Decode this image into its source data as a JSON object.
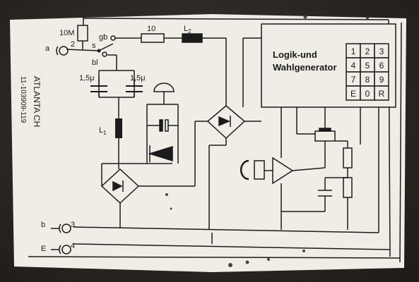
{
  "labels": {
    "resistor_10m": "10M",
    "terminal_a": "a",
    "terminal_a_num": "2",
    "node_s": "s",
    "node_gb": "gb",
    "node_bl": "bl",
    "resistor_10": "10",
    "inductor_l2_prefix": "L",
    "inductor_l2_sub": "2",
    "cap_left": "1,5μ",
    "cap_right": "1,5μ",
    "inductor_l1_prefix": "L",
    "inductor_l1_sub": "1",
    "terminal_b": "b",
    "terminal_b_num": "3",
    "terminal_e": "E",
    "terminal_e_num": "4",
    "model_name": "ATLANTA CH",
    "part_number": "11-103909-119",
    "logic_line1": "Logik-und",
    "logic_line2": "Wahlgenerator"
  },
  "keypad": [
    "1",
    "2",
    "3",
    "4",
    "5",
    "6",
    "7",
    "8",
    "9",
    "E",
    "0",
    "R"
  ],
  "colors": {
    "label_paper": "#efede6",
    "ink": "#1b1b1b",
    "background": "#221f1c"
  }
}
